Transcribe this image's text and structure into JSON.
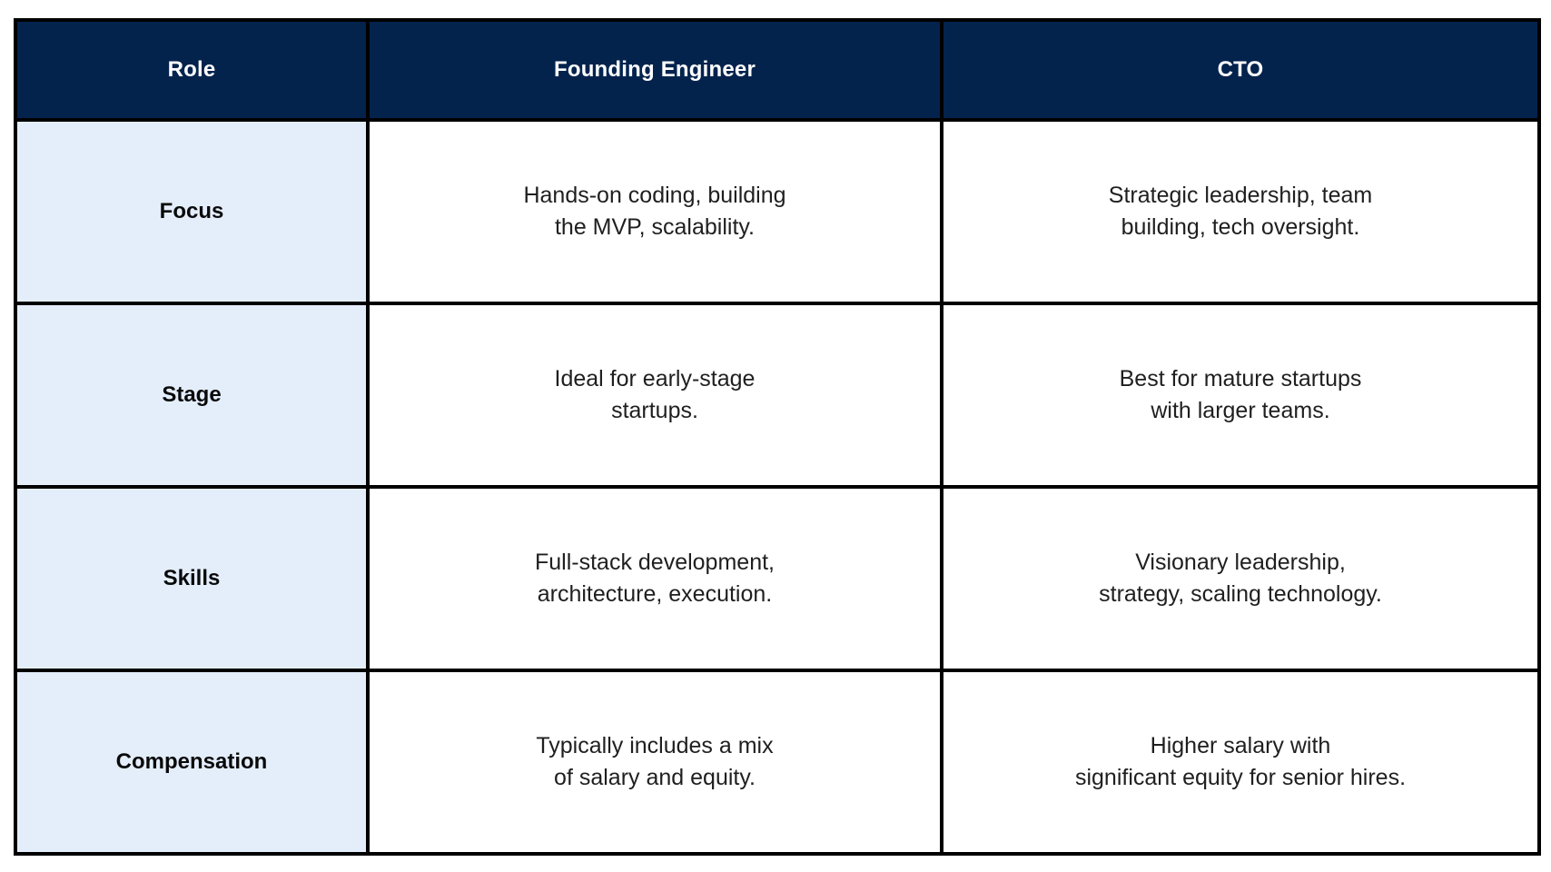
{
  "table": {
    "columns": [
      "Role",
      "Founding Engineer",
      "CTO"
    ],
    "rows": [
      {
        "label": "Focus",
        "founding_engineer": "Hands-on coding, building\nthe MVP, scalability.",
        "cto": "Strategic leadership, team\nbuilding, tech oversight."
      },
      {
        "label": "Stage",
        "founding_engineer": "Ideal for early-stage\nstartups.",
        "cto": "Best for mature startups\nwith larger teams."
      },
      {
        "label": "Skills",
        "founding_engineer": "Full-stack development,\narchitecture, execution.",
        "cto": "Visionary leadership,\nstrategy, scaling technology."
      },
      {
        "label": "Compensation",
        "founding_engineer": "Typically includes a mix\nof salary and equity.",
        "cto": "Higher salary with\nsignificant equity for senior hires."
      }
    ]
  },
  "colors": {
    "header_bg": "#03234d",
    "label_bg": "#e4eefb",
    "border": "#000000",
    "header_text": "#ffffff",
    "label_text": "#0a0a0a",
    "body_text": "#1f1f1f",
    "page_bg": "#ffffff"
  }
}
